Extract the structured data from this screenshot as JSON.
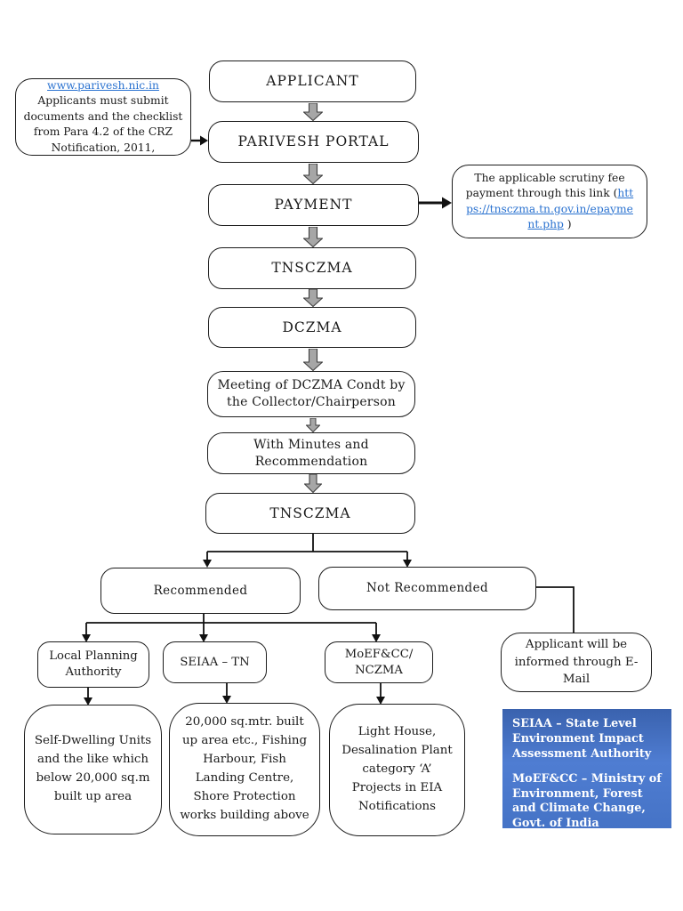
{
  "main_flow": {
    "applicant": "APPLICANT",
    "parivesh_portal": "PARIVESH PORTAL",
    "payment": "PAYMENT",
    "tnsczma_1": "TNSCZMA",
    "dczma": "DCZMA",
    "meeting": "Meeting of DCZMA Condt by the Collector/Chairperson",
    "minutes": "With Minutes and Recommendation",
    "tnsczma_2": "TNSCZMA"
  },
  "annotations": {
    "parivesh_note": {
      "link": "www.parivesh.nic.in",
      "text": "Applicants must submit documents and the checklist from Para 4.2 of the CRZ Notification, 2011,"
    },
    "fee_note": {
      "prefix": "The applicable scrutiny fee payment through this link",
      "open_paren": "(",
      "link": "https://tnsczma.tn.gov.in/epayment.php",
      "close_paren": " )"
    }
  },
  "decision": {
    "recommended": "Recommended",
    "not_recommended": "Not Recommended",
    "email_note": "Applicant will be informed through E-Mail"
  },
  "authorities": {
    "lpa": {
      "label": "Local Planning Authority",
      "detail": "Self-Dwelling Units and the like which below 20,000 sq.m built up area"
    },
    "seiaa": {
      "label": "SEIAA – TN",
      "detail": "20,000 sq.mtr. built up area etc., Fishing Harbour, Fish Landing Centre, Shore Protection works building above"
    },
    "moefcc": {
      "label": "MoEF&CC/ NCZMA",
      "detail": "Light House, Desalination Plant category ‘A’ Projects in EIA Notifications"
    }
  },
  "legend": {
    "seiaa_definition": "SEIAA – State Level Environment Impact Assessment Authority",
    "moefcc_definition": "MoEF&CC – Ministry of Environment, Forest and Climate Change, Govt. of India"
  },
  "colors": {
    "link_blue": "#2a72d0",
    "legend_blue": "#4472c4",
    "flow_arrow_gray": "#a6a6a6",
    "flow_arrow_outline": "#3e3e3e",
    "connector_black": "#111111"
  }
}
